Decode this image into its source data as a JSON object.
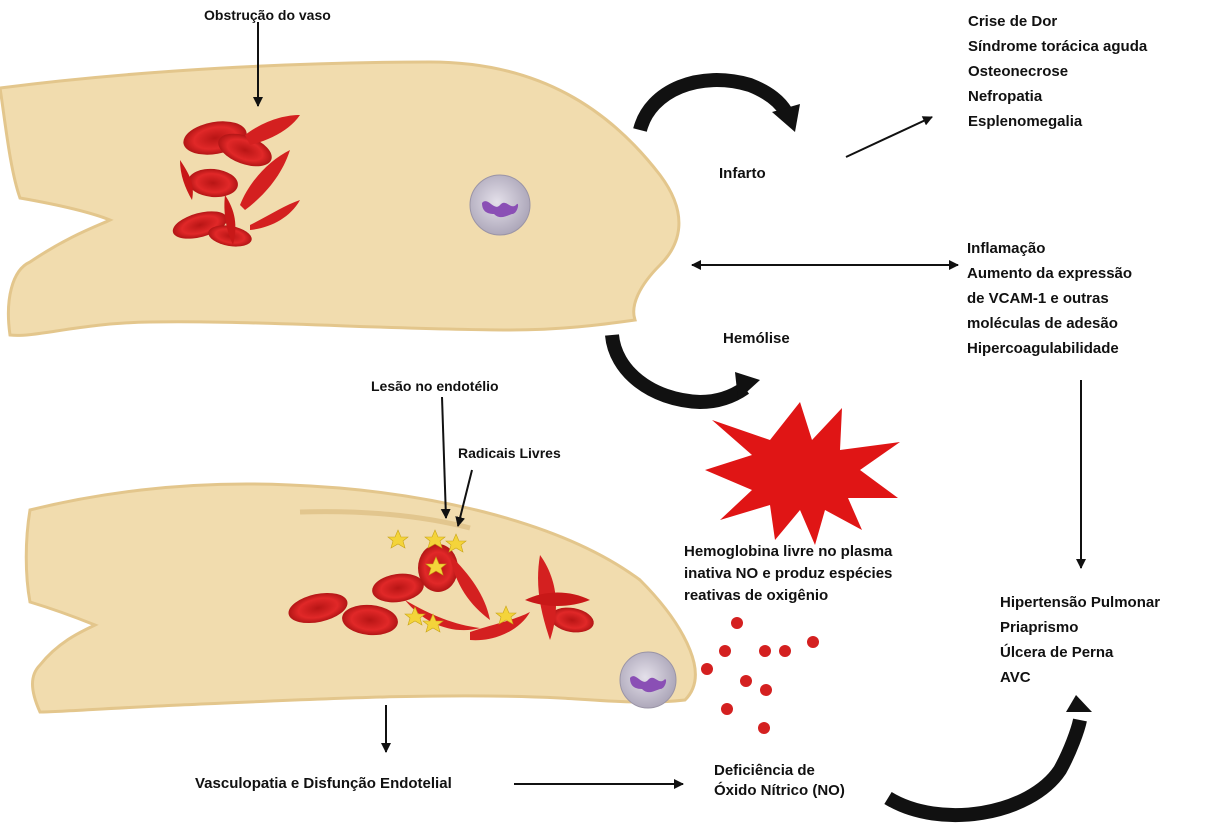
{
  "labels": {
    "vessel_obstruction": "Obstrução do vaso",
    "infarct": "Infarto",
    "hemolysis": "Hemólise",
    "endothelial_injury": "Lesão no endotélio",
    "free_radicals": "Radicais Livres",
    "vasculopathy": "Vasculopatia e Disfunção Endotelial",
    "no_deficiency_line1": "Deficiência de",
    "no_deficiency_line2": "Óxido Nítrico (NO)",
    "free_hemoglobin_line1": "Hemoglobina  livre no plasma",
    "free_hemoglobin_line2": "inativa NO e produz  espécies",
    "free_hemoglobin_line3": "reativas de oxigênio"
  },
  "infarct_outcomes": [
    "Crise de Dor",
    "Síndrome torácica aguda",
    "Osteonecrose",
    "Nefropatia",
    "Esplenomegalia"
  ],
  "inflammation_effects": [
    "Inflamação",
    "Aumento da expressão",
    "de VCAM-1 e outras",
    "moléculas de adesão",
    "Hipercoagulabilidade"
  ],
  "vasculopathy_outcomes": [
    "Hipertensão Pulmonar",
    "Priaprismo",
    "Úlcera de Perna",
    "AVC"
  ],
  "colors": {
    "vessel": "#f1dcae",
    "vessel_edge": "#e3c68c",
    "red_cell": "#d42020",
    "red_cell_dark": "#9e1010",
    "leukocyte": "#c8c3d2",
    "nucleus": "#8a4fb5",
    "star": "#f4d43a",
    "burst": "#e01515",
    "text": "#111111"
  }
}
